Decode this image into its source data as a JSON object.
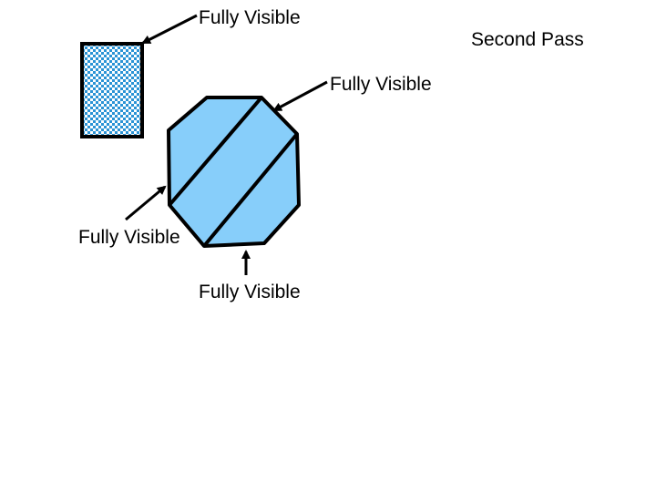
{
  "slide": {
    "title": "Second Pass"
  },
  "labels": [
    "Fully Visible",
    "Fully Visible",
    "Fully Visible",
    "Fully Visible"
  ],
  "colors": {
    "polygon_fill": "#87cefa",
    "checker_light": "#ffffff",
    "checker_dark": "#2a93d5",
    "stroke": "#000000"
  }
}
